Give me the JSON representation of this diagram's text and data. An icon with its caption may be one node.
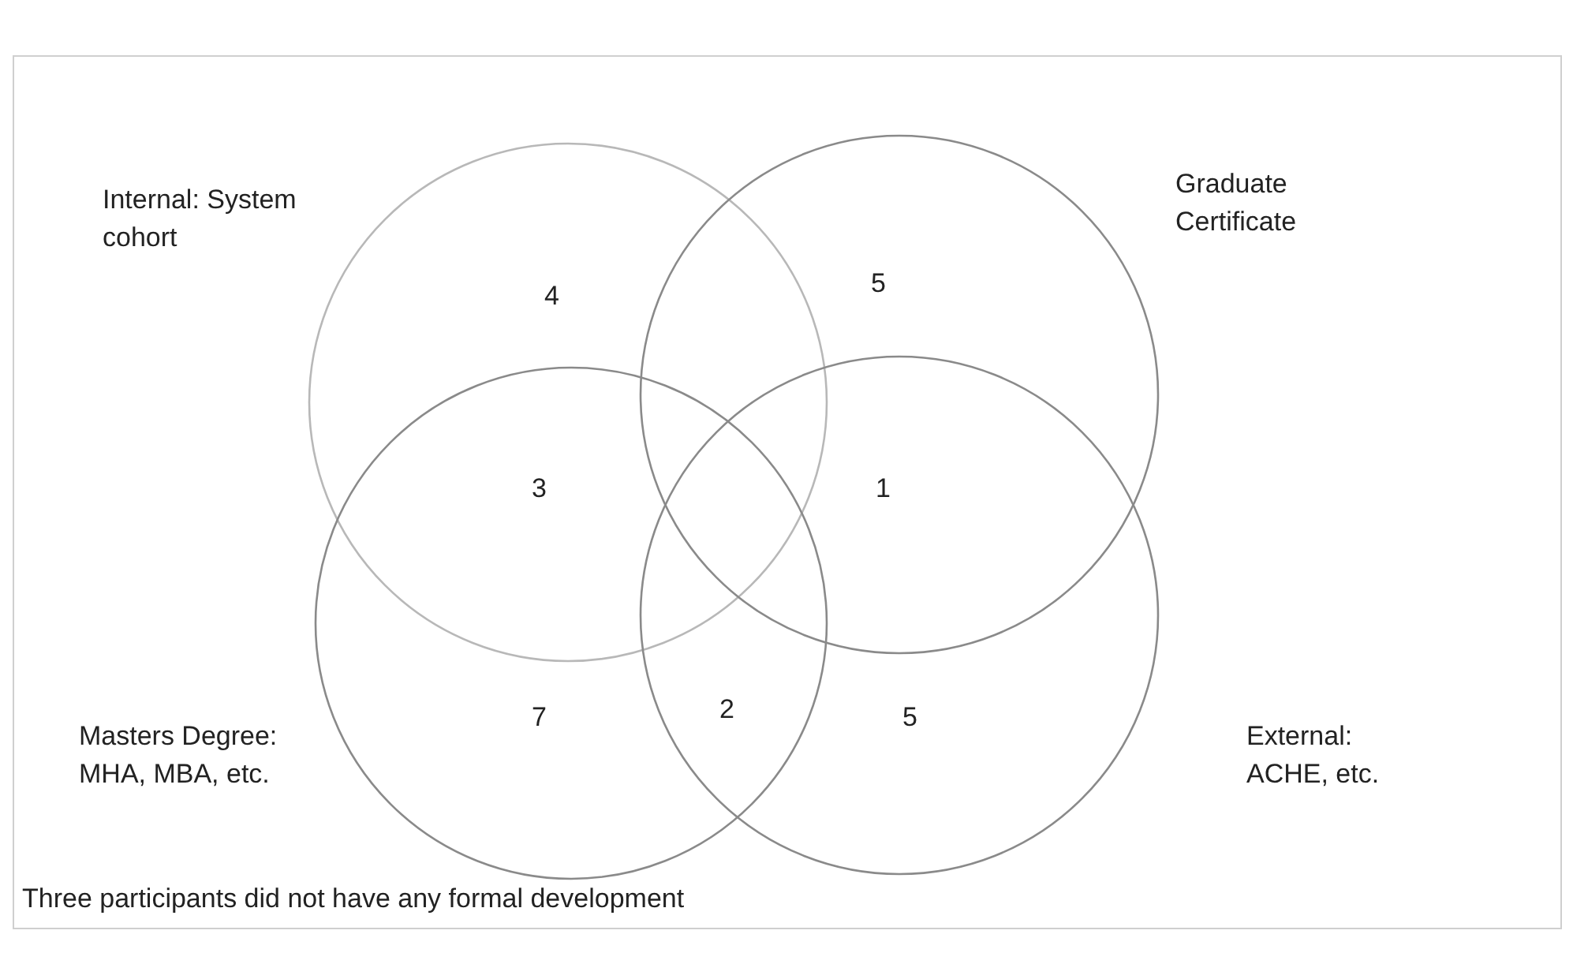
{
  "diagram": {
    "caption": "Three participants did not have any formal development",
    "nodes": [
      {
        "text": [
          "Internal: System cohort"
        ]
      },
      {
        "text": [
          "Graduate Certificate"
        ]
      },
      {
        "text": [
          "Masters Degree: MHA, MBA, etc."
        ]
      },
      {
        "text": [
          "External: ACHE, etc."
        ]
      }
    ],
    "labels": [
      "4",
      "5",
      "3",
      "1",
      "7",
      "2",
      "5"
    ]
  }
}
